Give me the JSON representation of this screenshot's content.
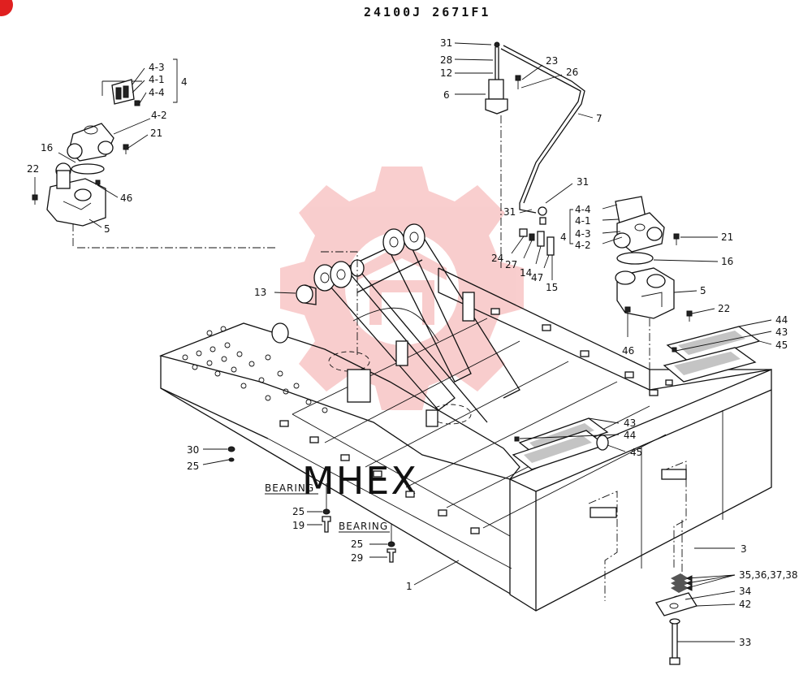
{
  "title": "24100J 2671F1",
  "watermark": "MHEX",
  "colors": {
    "ink": "#111111",
    "watermark": "#f2a0a0",
    "badge": "#e02020"
  },
  "bearing_labels": [
    "BEARING",
    "BEARING"
  ],
  "callouts": {
    "c31a": "31",
    "c28": "28",
    "c12": "12",
    "c6": "6",
    "c23": "23",
    "c26": "26",
    "c7": "7",
    "c31b": "31",
    "c31c": "31",
    "c24": "24",
    "c27": "27",
    "c14": "14",
    "c47": "47",
    "c15": "15",
    "cr44": "4-4",
    "cr41": "4-1",
    "cr43": "4-3",
    "cr42": "4-2",
    "cr4": "4",
    "cr21": "21",
    "cr16": "16",
    "cr5": "5",
    "cr22": "22",
    "cr46": "46",
    "cl43": "4-3",
    "cl41": "4-1",
    "cl44": "4-4",
    "cl4": "4",
    "cl42": "4-2",
    "cl21": "21",
    "cl16": "16",
    "cl22": "22",
    "cl46": "46",
    "cl5": "5",
    "c13": "13",
    "c44a": "44",
    "c43a": "43",
    "c45a": "45",
    "c43b": "43",
    "c44b": "44",
    "c45b": "45",
    "c30": "30",
    "c25a": "25",
    "c25b": "25",
    "c19": "19",
    "c25c": "25",
    "c29": "29",
    "c1": "1",
    "c3": "3",
    "c3538": "35,36,37,38",
    "c34": "34",
    "c42": "42",
    "c33": "33"
  }
}
